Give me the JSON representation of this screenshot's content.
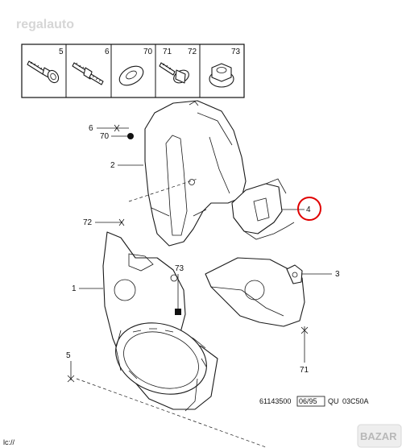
{
  "watermark": "regalauto",
  "fastener_table": {
    "cells": [
      {
        "label": "5",
        "icon": "bolt-icon"
      },
      {
        "label": "6",
        "icon": "stud-icon"
      },
      {
        "label": "70",
        "icon": "washer-icon"
      },
      {
        "label": "71",
        "label2": "72",
        "icon": "flange-bolt-icon"
      },
      {
        "label": "73",
        "icon": "nut-icon"
      }
    ]
  },
  "callouts": {
    "c6": "6",
    "c70": "70",
    "c2": "2",
    "c72": "72",
    "c4": "4",
    "c73": "73",
    "c3": "3",
    "c1": "1",
    "c5": "5",
    "c71": "71"
  },
  "highlight_color": "#e00000",
  "reference": {
    "code1": "61143500",
    "date": "06/95",
    "code2": "QU",
    "code3": "03C50A"
  },
  "bottom_left_text": "lc://",
  "logo_text": "BAZAR"
}
